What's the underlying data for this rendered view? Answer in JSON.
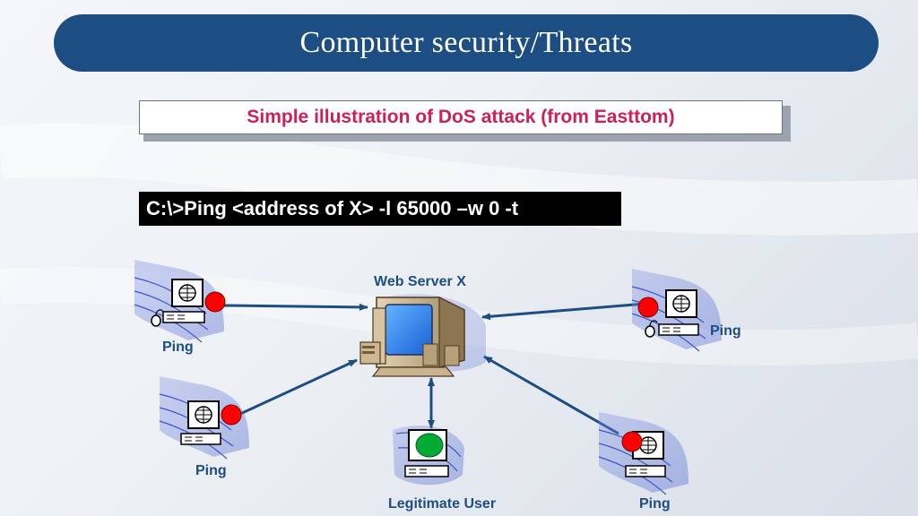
{
  "header": {
    "title": "Computer security/Threats"
  },
  "subtitle": "Simple illustration of DoS attack (from Easttom)",
  "command": "C:\\>Ping <address of X> -l 65000 –w 0 -t",
  "nodes": {
    "server_label": "Web Server X",
    "attacker_1": "Ping",
    "attacker_2": "Ping",
    "attacker_3": "Ping",
    "attacker_4": "Ping",
    "legit_label": "Legitimate User"
  },
  "colors": {
    "title_bar": "#1d4e83",
    "subtitle_text": "#cc1f5c",
    "label_text": "#1d4e83",
    "arrow": "#1d4e83",
    "attack_dot": "#ff0000",
    "legit_dot": "#00aa33"
  },
  "icons": {
    "attacker": "computer-terminal-icon",
    "server": "desktop-computer-icon",
    "legit": "computer-user-icon"
  }
}
